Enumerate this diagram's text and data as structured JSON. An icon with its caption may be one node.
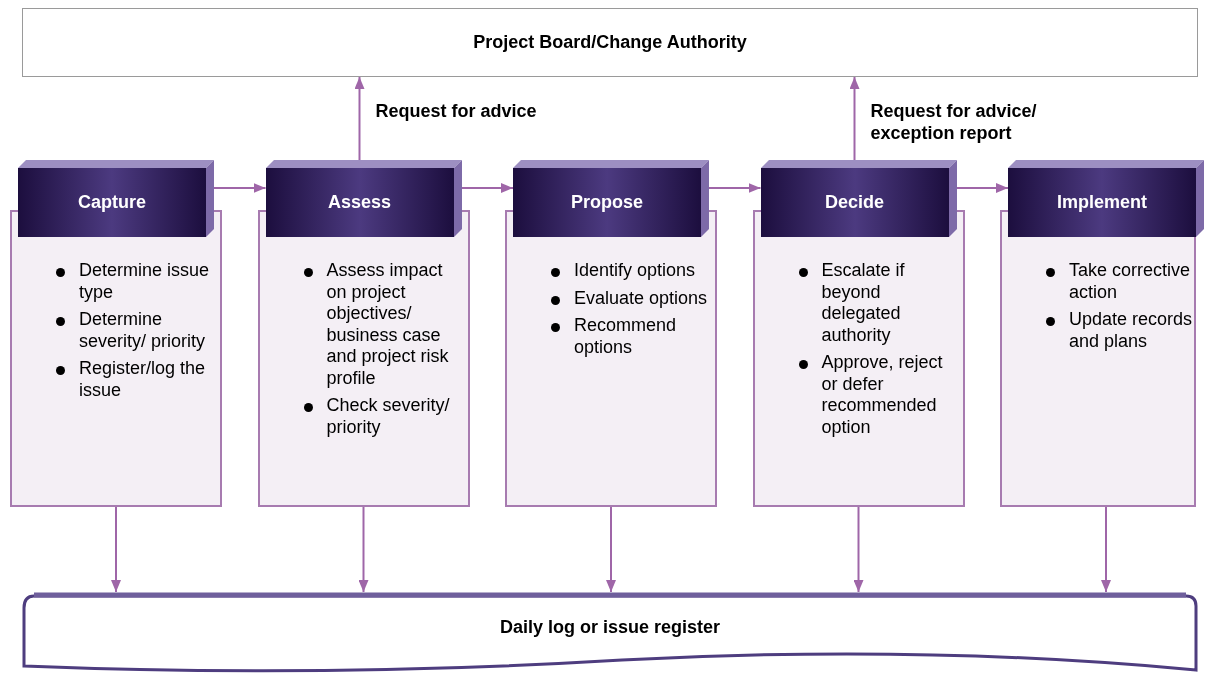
{
  "diagram": {
    "nodes": [
      {
        "text": [
          "Project Board/Change Authority"
        ]
      },
      {
        "text": [
          "Capture"
        ]
      },
      {
        "text": [
          "Determine issue type",
          "Determine severity/ priority",
          "Register/log the issue"
        ]
      },
      {
        "text": [
          "Assess"
        ]
      },
      {
        "text": [
          "Assess impact on project objectives/ business case and project risk profile",
          "Check severity/ priority"
        ]
      },
      {
        "text": [
          "Propose"
        ]
      },
      {
        "text": [
          "Identify options",
          "Evaluate options",
          "Recommend options"
        ]
      },
      {
        "text": [
          "Decide"
        ]
      },
      {
        "text": [
          "Escalate if beyond delegated authority",
          "Approve, reject or defer recommended option"
        ]
      },
      {
        "text": [
          "Implement"
        ]
      },
      {
        "text": [
          "Take corrective action",
          "Update records and plans"
        ]
      },
      {
        "text": [
          "Daily log or issue register"
        ]
      }
    ],
    "edges": [
      {
        "from": 1,
        "to": 3,
        "arrow": "to"
      },
      {
        "from": 3,
        "to": 5,
        "arrow": "to"
      },
      {
        "from": 5,
        "to": 7,
        "arrow": "to"
      },
      {
        "from": 7,
        "to": 9,
        "arrow": "to"
      },
      {
        "from": 3,
        "to": 0,
        "arrow": "to",
        "label": "Request for advice"
      },
      {
        "from": 7,
        "to": 0,
        "arrow": "to",
        "label": "Request for advice/ exception report"
      },
      {
        "from": 2,
        "to": 11,
        "arrow": "to"
      },
      {
        "from": 4,
        "to": 11,
        "arrow": "to"
      },
      {
        "from": 6,
        "to": 11,
        "arrow": "to"
      },
      {
        "from": 8,
        "to": 11,
        "arrow": "to"
      },
      {
        "from": 10,
        "to": 11,
        "arrow": "to"
      }
    ]
  }
}
